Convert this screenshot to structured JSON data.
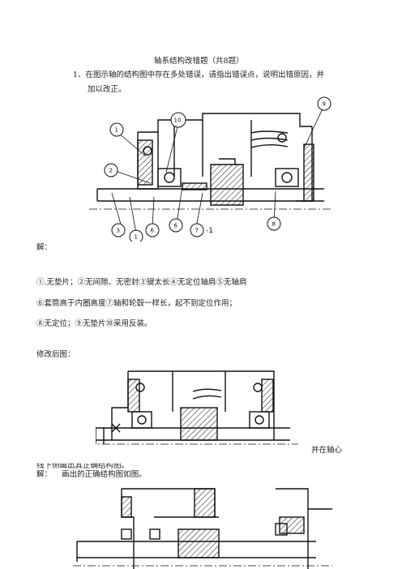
{
  "doc": {
    "title": "轴系结构改错题（共8题）",
    "q1_line1": "1、在图示轴的结构图中存在多处错误，请指出错误点，说明出错原因，并",
    "q1_line2": "加以改正。",
    "answer_label": "解：",
    "answer_line1": "①.无垫片；②无间隙、无密封③键太长④无定位轴肩⑤无轴肩",
    "answer_line2": "⑥套筒高于内圈高度⑦轴和轮毂一样长，起不到定位作用；",
    "answer_line3": "⑧无定位；⑨无垫片⑩采用反装。",
    "fixed_label": "修改后图：",
    "cut_text_right": "并在轴心",
    "cut_text_left": "线下侧画出其正确结构图。",
    "answer2_label": "解：",
    "answer2_text": "画出的正确结构图如图。"
  },
  "figure1": {
    "callouts": [
      "1",
      "2",
      "3",
      "1",
      "6",
      "6",
      "7",
      "8",
      "9",
      "10"
    ],
    "extra_label": "-1"
  }
}
